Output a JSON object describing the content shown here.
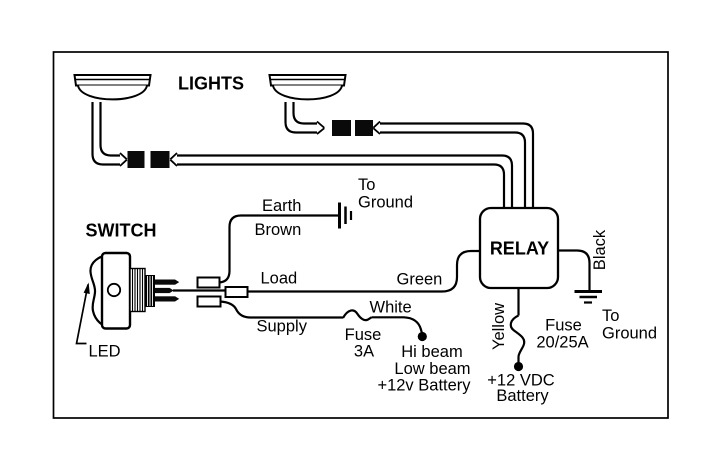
{
  "diagram_type": "automotive-light-relay-wiring-diagram",
  "labels": {
    "lights": "LIGHTS",
    "switch": "SWITCH",
    "relay": "RELAY",
    "led": "LED",
    "earth": "Earth",
    "brown": "Brown",
    "earth_ground_to": "To",
    "earth_ground_ground": "Ground",
    "load": "Load",
    "green": "Green",
    "white": "White",
    "supply": "Supply",
    "fuse3a_fuse": "Fuse",
    "fuse3a_rating": "3A",
    "hi_beam": "Hi beam",
    "low_beam": "Low beam",
    "battery_12v": "+12v Battery",
    "black": "Black",
    "yellow": "Yellow",
    "fuse2025_fuse": "Fuse",
    "fuse2025_rating": "20/25A",
    "relay_ground_to": "To",
    "relay_ground_ground": "Ground",
    "vdc_line1": "+12 VDC",
    "vdc_line2": "Battery"
  },
  "colors": {
    "ink": "#000000",
    "background": "#ffffff"
  }
}
